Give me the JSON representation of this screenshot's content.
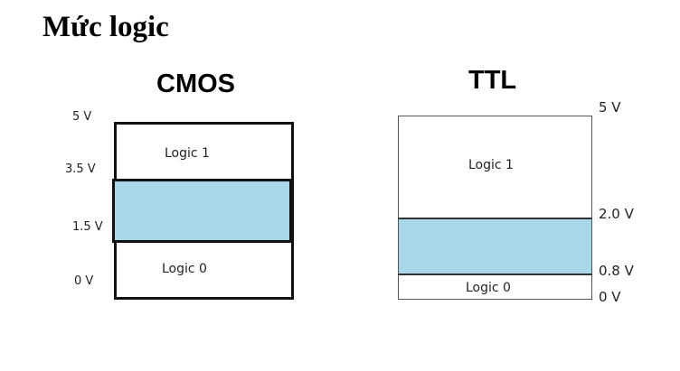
{
  "title": "Mức logic",
  "cmos": {
    "heading": "CMOS",
    "levels": {
      "v5": "5 V",
      "v3_5": "3.5 V",
      "v1_5": "1.5 V",
      "v0": "0 V"
    },
    "zones": {
      "high": "Logic 1",
      "low": "Logic 0"
    }
  },
  "ttl": {
    "heading": "TTL",
    "levels": {
      "v5": "5 V",
      "v2_0": "2.0 V",
      "v0_8": "0.8 V",
      "v0": "0 V"
    },
    "zones": {
      "high": "Logic 1",
      "low": "Logic 0"
    }
  },
  "colors": {
    "undefined_zone": "#a8d7e8",
    "outline": "#111111"
  }
}
